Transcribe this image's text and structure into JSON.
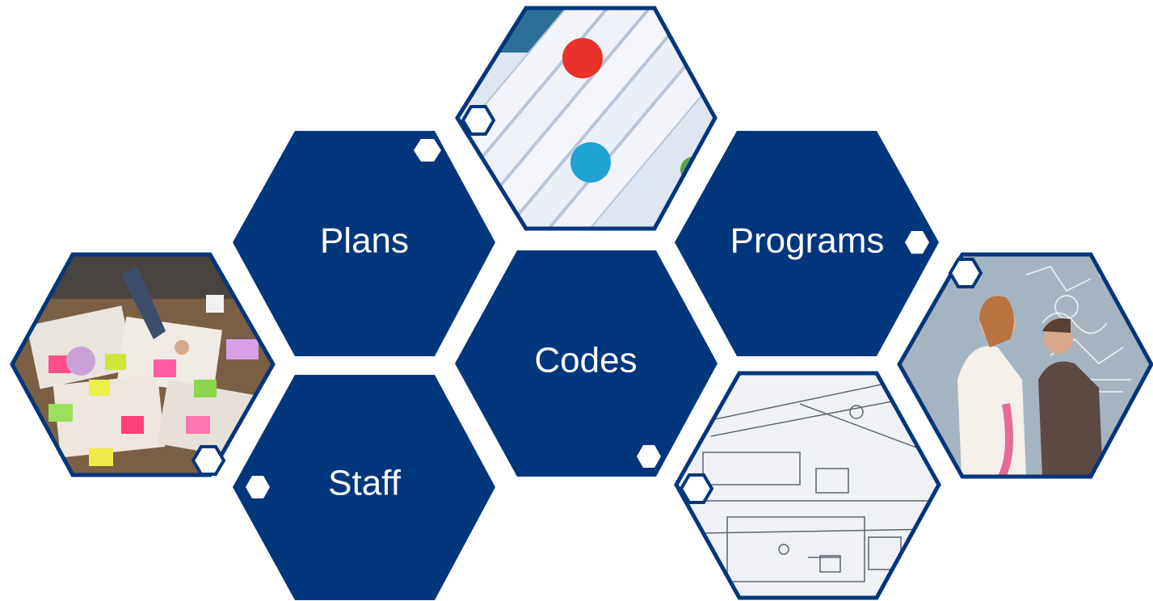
{
  "colors": {
    "primary": "#00367c",
    "white": "#ffffff"
  },
  "tiles": [
    {
      "id": "plans",
      "label": "Plans"
    },
    {
      "id": "programs",
      "label": "Programs"
    },
    {
      "id": "codes",
      "label": "Codes"
    },
    {
      "id": "staff",
      "label": "Staff"
    }
  ],
  "photos": [
    {
      "id": "pins-on-paper",
      "subject": "colored push pins on rolled paper"
    },
    {
      "id": "planning-table",
      "subject": "team planning with sticky notes on table"
    },
    {
      "id": "blueprints",
      "subject": "technical blueprints"
    },
    {
      "id": "whiteboard-team",
      "subject": "colleagues reviewing glass whiteboard"
    }
  ]
}
